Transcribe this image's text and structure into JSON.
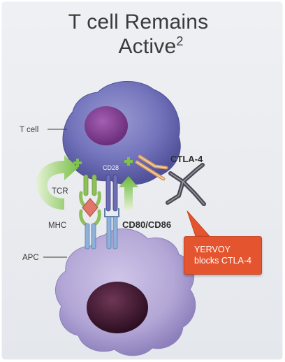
{
  "title": {
    "line1": "T cell Remains",
    "line2": "Active",
    "superscript": "2"
  },
  "labels": {
    "t_cell": "T cell",
    "apc": "APC",
    "tcr": "TCR",
    "mhc": "MHC",
    "cd28": "CD28",
    "ctla4": "CTLA-4",
    "cd80_cd86": "CD80/CD86"
  },
  "callout": {
    "line1": "YERVOY",
    "line2": "blocks CTLA-4"
  },
  "colors": {
    "t_cell": "#6f6fb8",
    "t_cell_nucleus": "#8a4a98",
    "apc": "#b6a9d6",
    "apc_nucleus": "#4a1e3a",
    "activation_green": "#7fc24a",
    "receptor_green": "#8fbf5a",
    "mhc_blue": "#8fb0d8",
    "ctla4_orange": "#d99a5a",
    "antibody_gray": "#4a4a52",
    "callout_red": "#e4552f"
  },
  "icons": [
    "plus-icon",
    "curved-arrow-icon",
    "up-arrow-icon",
    "antibody-icon"
  ]
}
